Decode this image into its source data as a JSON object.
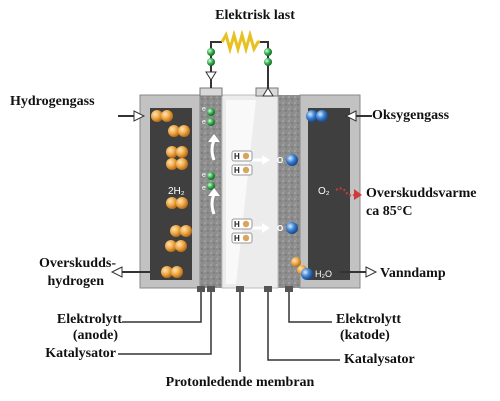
{
  "labels": {
    "electric_load": "Elektrisk last",
    "hydrogen_gas": "Hydrogengass",
    "oxygen_gas": "Oksygengass",
    "excess_heat_line1": "Overskuddsvarme",
    "excess_heat_line2": "ca 85°C",
    "excess_hydrogen_line1": "Overskudds-",
    "excess_hydrogen_line2": "hydrogen",
    "water_vapor": "Vanndamp",
    "electrolyte_anode_line1": "Elektrolytt",
    "electrolyte_anode_line2": "(anode)",
    "electrolyte_cathode_line1": "Elektrolytt",
    "electrolyte_cathode_line2": "(katode)",
    "catalyst_left": "Katalysator",
    "catalyst_right": "Katalysator",
    "proton_membrane": "Protonledende membran"
  },
  "inner": {
    "h2": "2H₂",
    "o2": "O₂",
    "h2o": "H₂O",
    "h_plus": "H",
    "electron": "e",
    "oxygen_ion": "O"
  },
  "colors": {
    "plate": "#c2c2c2",
    "channel": "#3f3f3f",
    "electrode": "#8d8d8d",
    "membrane": "#ececec",
    "hydrogen": "#f0a846",
    "oxygen": "#3a7fd0",
    "electron": "#2fa84a",
    "proton": "#d9a55c",
    "heat": "#d23a3a",
    "wire": "#333333",
    "resistor": "#e8c020"
  }
}
